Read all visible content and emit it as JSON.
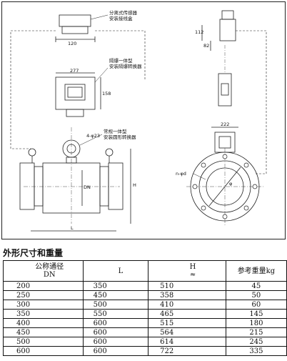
{
  "labels": {
    "split_box": "分离式传感器\n安装接线盒",
    "split_box_width": "120",
    "flame_converter": "隔爆一体型\n安装隔爆转换器",
    "flame_width": "277",
    "flame_height": "158",
    "round_converter": "常规一体型\n安装圆形转换器",
    "bolt_spec": "4-φ23",
    "overall_height": "H",
    "length": "L",
    "diameter": "DN",
    "side_dim_top": "112",
    "side_dim_mid": "82",
    "side_width": "222",
    "flange_hole": "φ",
    "bolt_holes": "n-φd"
  },
  "section_title": "外形尺寸和重量",
  "table": {
    "headers": [
      "公称通径\nDN",
      "L",
      "H\n≈",
      "参考重量kg"
    ],
    "rows": [
      [
        "200",
        "350",
        "510",
        "45"
      ],
      [
        "250",
        "450",
        "358",
        "50"
      ],
      [
        "300",
        "500",
        "410",
        "60"
      ],
      [
        "350",
        "550",
        "465",
        "145"
      ],
      [
        "400",
        "600",
        "515",
        "180"
      ],
      [
        "450",
        "600",
        "564",
        "215"
      ],
      [
        "500",
        "600",
        "614",
        "245"
      ],
      [
        "600",
        "600",
        "722",
        "335"
      ]
    ]
  }
}
